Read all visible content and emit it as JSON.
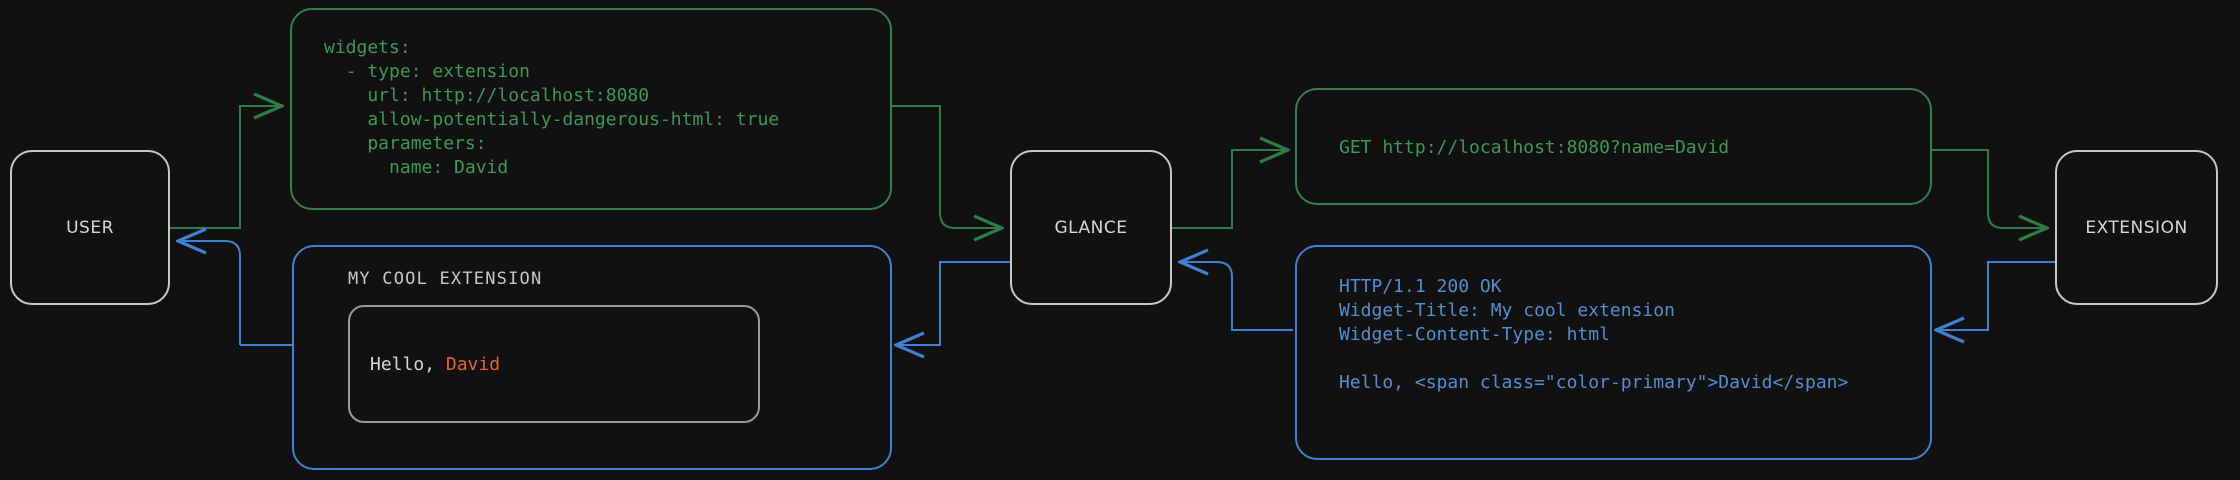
{
  "diagram": {
    "title": "Glance extension widget request flow",
    "background_color": "#111111",
    "colors": {
      "request_green": "#3a9a55",
      "response_blue": "#4f8fd4",
      "node_border": "#c8c8c8",
      "accent_orange": "#e8622c",
      "text_light": "#d8d8d8"
    }
  },
  "nodes": {
    "user": {
      "label": "USER"
    },
    "glance": {
      "label": "GLANCE"
    },
    "extension": {
      "label": "EXTENSION"
    }
  },
  "config_box": {
    "line1": "widgets:",
    "line2": "  - type: extension",
    "line3": "    url: http://localhost:8080",
    "line4": "    allow-potentially-dangerous-html: true",
    "line5": "    parameters:",
    "line6": "      name: David"
  },
  "request_box": {
    "line1": "GET http://localhost:8080?name=David"
  },
  "response_box": {
    "line1": "HTTP/1.1 200 OK",
    "line2": "Widget-Title: My cool extension",
    "line3": "Widget-Content-Type: html",
    "line4": "",
    "line5": "Hello, <span class=\"color-primary\">David</span>"
  },
  "widget_preview": {
    "title": "MY COOL EXTENSION",
    "greeting_prefix": "Hello, ",
    "greeting_name": "David"
  }
}
